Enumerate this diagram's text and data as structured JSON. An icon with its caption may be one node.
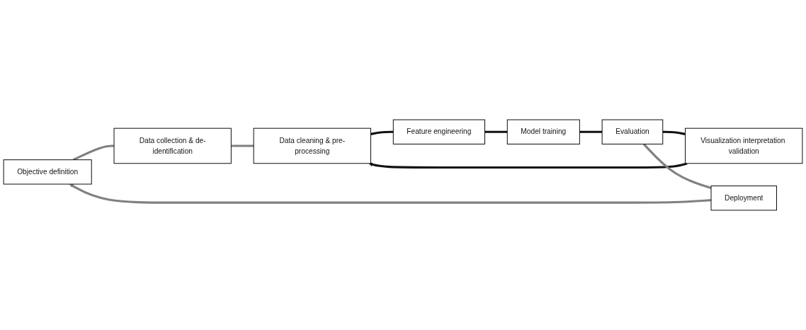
{
  "diagram": {
    "nodes": [
      {
        "text": [
          "Objective definition"
        ]
      },
      {
        "text": [
          "Data collection & de-identification"
        ]
      },
      {
        "text": [
          "Data cleaning & pre-processing"
        ]
      },
      {
        "text": [
          "Feature engineering"
        ]
      },
      {
        "text": [
          "Model training"
        ]
      },
      {
        "text": [
          "Evaluation"
        ]
      },
      {
        "text": [
          "Visualization interpretation validation"
        ]
      },
      {
        "text": [
          "Deployment"
        ]
      }
    ],
    "edges": [
      {
        "from": 0,
        "to": 1,
        "arrow": "none",
        "color": "#808080"
      },
      {
        "from": 1,
        "to": 2,
        "arrow": "none",
        "color": "#808080"
      },
      {
        "from": 2,
        "to": 3,
        "arrow": "none"
      },
      {
        "from": 3,
        "to": 4,
        "arrow": "none"
      },
      {
        "from": 4,
        "to": 5,
        "arrow": "none"
      },
      {
        "from": 5,
        "to": 6,
        "arrow": "none"
      },
      {
        "from": 6,
        "to": 2,
        "arrow": "to"
      },
      {
        "from": 5,
        "to": 7,
        "arrow": "none",
        "color": "#808080"
      },
      {
        "from": 7,
        "to": 0,
        "arrow": "to",
        "color": "#808080"
      }
    ]
  }
}
